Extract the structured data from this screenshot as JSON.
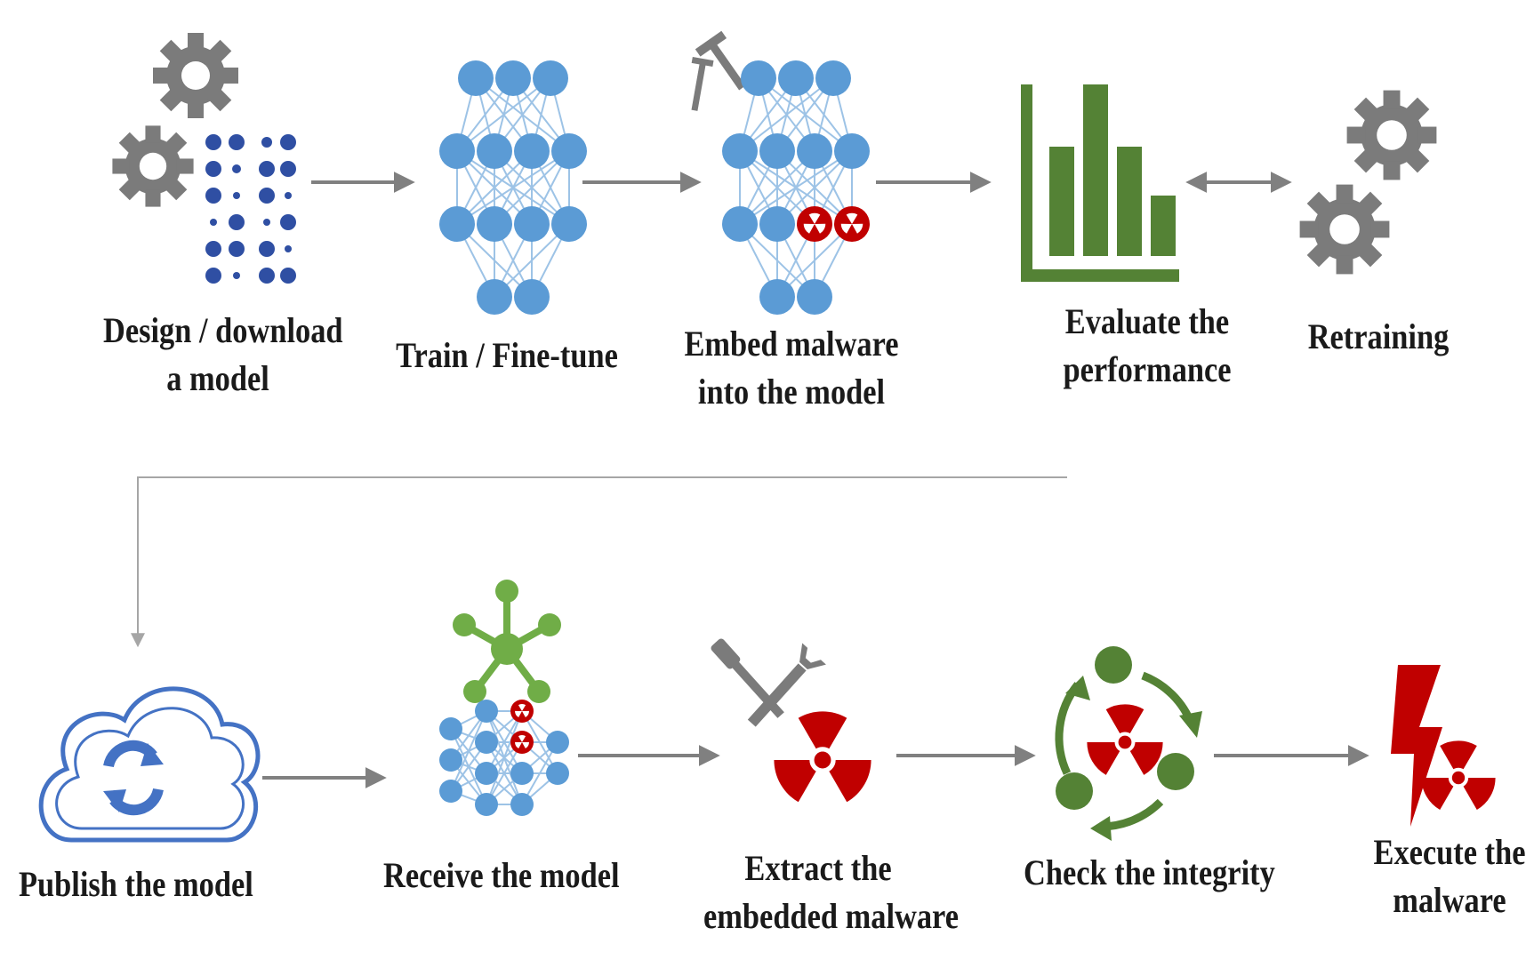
{
  "colors": {
    "gear": "#7b7b7b",
    "node_blue": "#5b9bd5",
    "node_edge": "#9dc3e6",
    "dot_navy": "#2f4fa3",
    "malware_red": "#c00000",
    "chart_green": "#548235",
    "hub_green": "#70ad47",
    "arrow_gray": "#808080",
    "connector_gray": "#a6a6a6",
    "cloud_blue": "#4472c4",
    "text": "#1a1a1a"
  },
  "icons": {
    "design": "gears-and-dots-icon",
    "train": "neural-network-icon",
    "embed": "neural-network-with-malware-icon",
    "evaluate": "bar-chart-icon",
    "retrain": "gears-icon",
    "publish": "cloud-sync-icon",
    "receive": "network-hub-with-model-icon",
    "extract": "tools-with-radiation-icon",
    "integrity": "circular-check-with-radiation-icon",
    "execute": "lightning-with-radiation-icon"
  },
  "steps": {
    "design": {
      "line1": "Design / download",
      "line2": "a model"
    },
    "train": {
      "line1": "Train / Fine-tune"
    },
    "embed": {
      "line1": "Embed malware",
      "line2": "into the model"
    },
    "evaluate": {
      "line1": "Evaluate the",
      "line2": "performance"
    },
    "retrain": {
      "line1": "Retraining"
    },
    "publish": {
      "line1": "Publish the model"
    },
    "receive": {
      "line1": "Receive the model"
    },
    "extract": {
      "line1": "Extract the",
      "line2": "embedded malware"
    },
    "integrity": {
      "line1": "Check the integrity"
    },
    "execute": {
      "line1": "Execute the",
      "line2": "malware"
    }
  }
}
